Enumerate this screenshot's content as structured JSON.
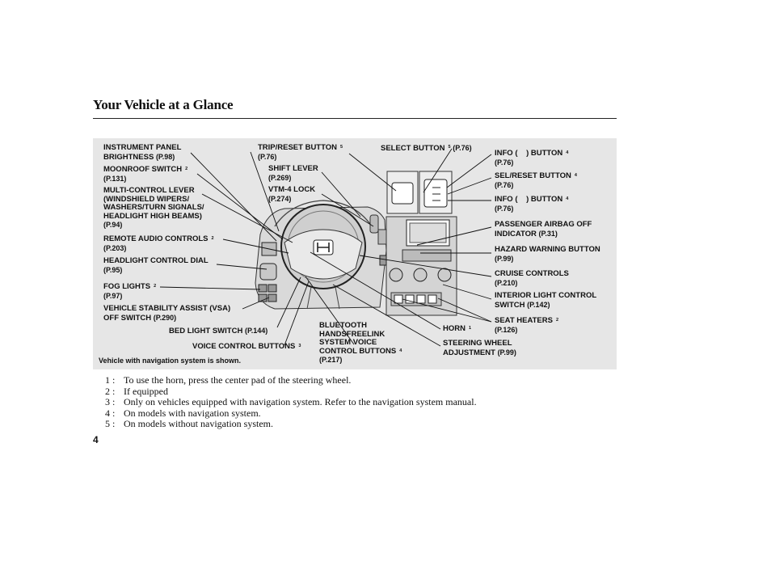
{
  "page": {
    "title": "Your Vehicle at a Glance",
    "page_number": "4"
  },
  "labels": {
    "instrument_panel": {
      "text": "INSTRUMENT PANEL",
      "text2": "BRIGHTNESS",
      "ref": "(P.98)"
    },
    "moonroof": {
      "text": "MOONROOF SWITCH",
      "sup": "2",
      "ref": "(P.131)"
    },
    "multi_control": {
      "l1": "MULTI-CONTROL LEVER",
      "l2": "(WINDSHIELD WIPERS/",
      "l3": "WASHERS/TURN SIGNALS/",
      "l4": "HEADLIGHT HIGH BEAMS)",
      "ref": "(P.94)"
    },
    "remote_audio": {
      "text": "REMOTE AUDIO CONTROLS",
      "sup": "2",
      "ref": "(P.203)"
    },
    "headlight_dial": {
      "text": "HEADLIGHT CONTROL DIAL",
      "ref": "(P.95)"
    },
    "fog_lights": {
      "text": "FOG LIGHTS",
      "sup": "2",
      "ref": "(P.97)"
    },
    "vsa": {
      "text": "VEHICLE STABILITY ASSIST (VSA)",
      "text2": "OFF SWITCH",
      "ref": "(P.290)"
    },
    "bed_light": {
      "text": "BED LIGHT SWITCH",
      "ref": "(P.144)"
    },
    "voice_control": {
      "text": "VOICE CONTROL BUTTONS",
      "sup": "3"
    },
    "trip_reset": {
      "text": "TRIP/RESET BUTTON",
      "sup": "5",
      "ref": "(P.76)"
    },
    "shift_lever": {
      "text": "SHIFT LEVER",
      "ref": "(P.269)"
    },
    "vtm4": {
      "text": "VTM-4 LOCK",
      "ref": "(P.274)"
    },
    "bluetooth": {
      "l1": "BLUETOOTH",
      "l2": "HANDSFREELINK",
      "l3": "SYSTEM VOICE",
      "l4": "CONTROL BUTTONS",
      "sup": "4",
      "ref": "(P.217)"
    },
    "select_button": {
      "text": "SELECT BUTTON",
      "sup": "5",
      "ref": "(P.76)"
    },
    "horn": {
      "text": "HORN",
      "sup": "1"
    },
    "steering_adj": {
      "text": "STEERING WHEEL",
      "text2": "ADJUSTMENT",
      "ref": "(P.99)"
    },
    "info_up": {
      "text": "INFO (",
      "text_b": ") BUTTON",
      "sup": "4",
      "ref": "(P.76)"
    },
    "sel_reset": {
      "text": "SEL/RESET BUTTON",
      "sup": "4",
      "ref": "(P.76)"
    },
    "info_down": {
      "text": "INFO (",
      "text_b": ") BUTTON",
      "sup": "4",
      "ref": "(P.76)"
    },
    "airbag_off": {
      "text": "PASSENGER AIRBAG OFF",
      "text2": "INDICATOR",
      "ref": "(P.31)"
    },
    "hazard": {
      "text": "HAZARD WARNING BUTTON",
      "ref": "(P.99)"
    },
    "cruise": {
      "text": "CRUISE CONTROLS",
      "ref": "(P.210)"
    },
    "interior_light": {
      "text": "INTERIOR LIGHT CONTROL",
      "text2": "SWITCH",
      "ref": "(P.142)"
    },
    "seat_heaters": {
      "text": "SEAT HEATERS",
      "sup": "2",
      "ref": "(P.126)"
    }
  },
  "caption": "Vehicle with navigation system is shown.",
  "footnotes": [
    {
      "key": "1 :",
      "text": "To use the horn, press the center pad of the steering wheel."
    },
    {
      "key": "2 :",
      "text": "If equipped"
    },
    {
      "key": "3 :",
      "text": "Only on vehicles equipped with navigation system. Refer to the navigation system manual."
    },
    {
      "key": "4 :",
      "text": "On models with navigation system."
    },
    {
      "key": "5 :",
      "text": "On models without navigation system."
    }
  ],
  "colors": {
    "panel": "#e6e6e6",
    "ink": "#111111"
  }
}
